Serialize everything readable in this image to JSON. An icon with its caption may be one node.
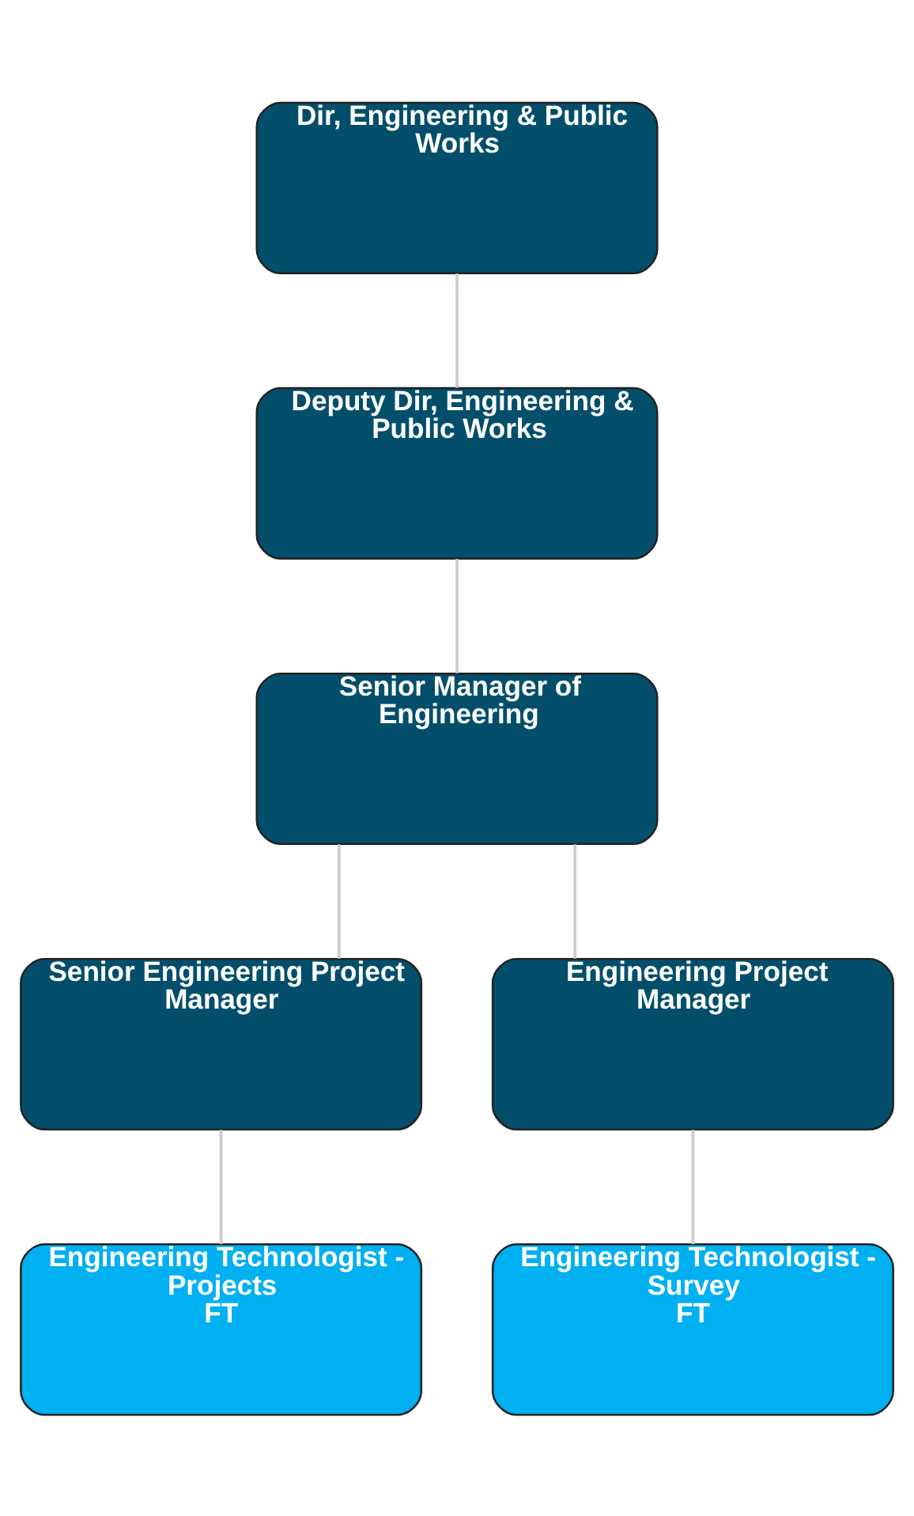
{
  "diagram": {
    "nodes": [
      {
        "text": [
          "Dir, Engineering & Public Works"
        ]
      },
      {
        "text": [
          "Deputy Dir, Engineering & Public Works"
        ]
      },
      {
        "text": [
          "Senior Manager of Engineering"
        ]
      },
      {
        "text": [
          "Senior Engineering Project Manager"
        ]
      },
      {
        "text": [
          "Engineering Project Manager"
        ]
      },
      {
        "text": [
          "Engineering Technologist - Projects",
          "FT"
        ]
      },
      {
        "text": [
          "Engineering Technologist - Survey",
          "FT"
        ]
      }
    ],
    "edges": [
      {
        "from": 0,
        "to": 1,
        "arrow": "none"
      },
      {
        "from": 1,
        "to": 2,
        "arrow": "none"
      },
      {
        "from": 2,
        "to": 3,
        "arrow": "none"
      },
      {
        "from": 2,
        "to": 4,
        "arrow": "none"
      },
      {
        "from": 3,
        "to": 5,
        "arrow": "none"
      },
      {
        "from": 4,
        "to": 6,
        "arrow": "none"
      }
    ]
  }
}
